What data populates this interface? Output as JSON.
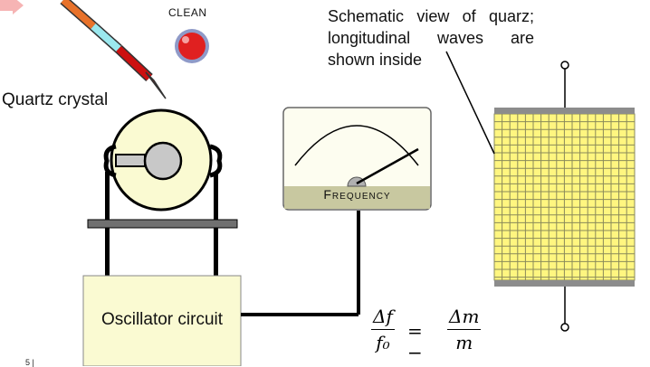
{
  "labels": {
    "clean": "CLEAN",
    "quartz_crystal": "Quartz crystal",
    "schematic": "Schematic view of quarz; longitudinal waves are shown inside",
    "oscillator": "Oscillator circuit",
    "frequency": "Frequency",
    "stray": "5 |"
  },
  "formula": {
    "lhs_num": "Δf",
    "lhs_den": "f₀",
    "equals": "= −",
    "rhs_num": "Δm",
    "rhs_den": "m"
  },
  "colors": {
    "crystal_fill": "#fafad2",
    "meter_face": "#fdfdf0",
    "meter_band": "#c8c8a0",
    "button_red": "#e02020",
    "grid_fill": "#fff680",
    "grid_line": "#8a8a5a",
    "plate_gray": "#8c8c8c",
    "dropper_red": "#cc1010",
    "dropper_cyan": "#9be8ee",
    "arrow_pink": "#f6b4b4"
  },
  "icons": [
    "dropper-icon",
    "clean-button-icon",
    "arrow-icon"
  ]
}
